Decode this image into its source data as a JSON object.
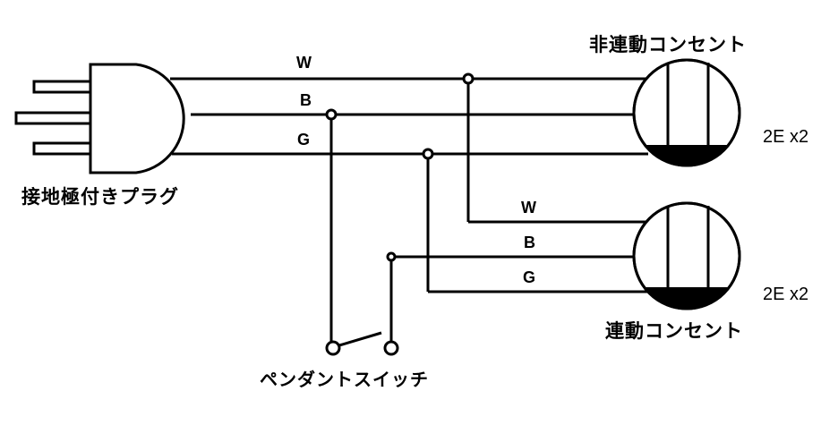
{
  "diagram": {
    "plug_label": "接地極付きプラグ",
    "outlet_unlinked_label": "非連動コンセント",
    "outlet_linked_label": "連動コンセント",
    "switch_label": "ペンダントスイッチ",
    "outlet_unlinked_spec": "2E x2",
    "outlet_linked_spec": "2E x2",
    "wires_main": [
      "W",
      "B",
      "G"
    ],
    "wires_branch": [
      "W",
      "B",
      "G"
    ],
    "colors": {
      "line": "#000000",
      "background": "#ffffff"
    }
  }
}
